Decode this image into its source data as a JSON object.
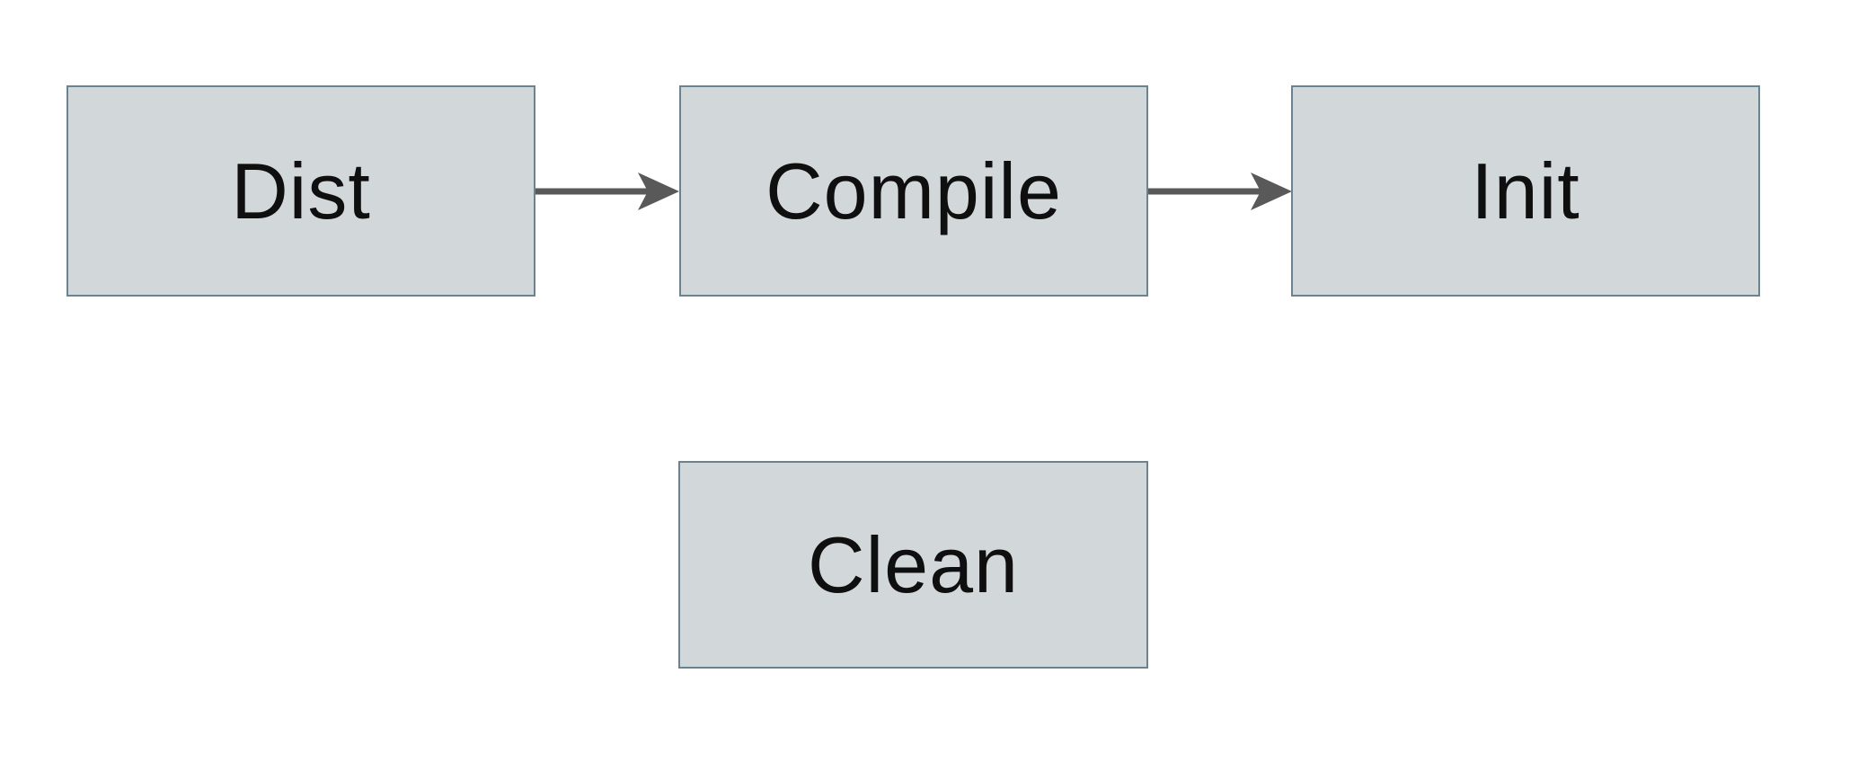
{
  "diagram": {
    "title": "build-targets-flowchart",
    "background_color": "#ffffff",
    "node_fill_color": "#d2d8da",
    "node_border_color": "#6a8391",
    "arrow_color": "#595959",
    "label_color": "#0f0f0f",
    "nodes": [
      {
        "id": "dist",
        "label": "Dist"
      },
      {
        "id": "compile",
        "label": "Compile"
      },
      {
        "id": "init",
        "label": "Init"
      },
      {
        "id": "clean",
        "label": "Clean"
      }
    ],
    "edges": [
      {
        "from": "Dist",
        "to": "Compile",
        "direction": "right"
      },
      {
        "from": "Compile",
        "to": "Init",
        "direction": "right"
      }
    ]
  }
}
